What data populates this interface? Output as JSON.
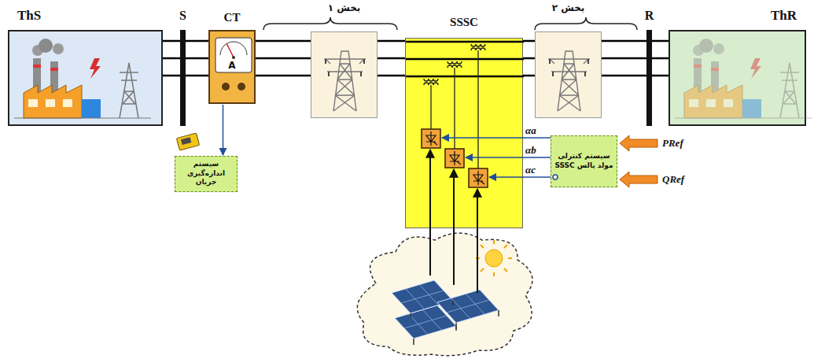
{
  "diagram": {
    "nodes": [
      {
        "text": [
          "ThS"
        ]
      },
      {
        "text": [
          "S"
        ]
      },
      {
        "text": [
          "CT",
          "A"
        ]
      },
      {
        "text": [
          "بخش ۱"
        ]
      },
      {
        "text": [
          "SSSC"
        ]
      },
      {
        "text": [
          "بخش ۲"
        ]
      },
      {
        "text": [
          "R"
        ]
      },
      {
        "text": [
          "ThR"
        ]
      },
      {
        "text": [
          "سیستم اندازه‌گیری جریان"
        ]
      },
      {
        "text": [
          "سیستم کنترلی مولد پالس SSSC"
        ]
      }
    ],
    "edges": [
      {
        "from": 0,
        "to": 1,
        "arrow": "none"
      },
      {
        "from": 1,
        "to": 2,
        "arrow": "none"
      },
      {
        "from": 2,
        "to": 3,
        "arrow": "none"
      },
      {
        "from": 3,
        "to": 4,
        "arrow": "none"
      },
      {
        "from": 4,
        "to": 5,
        "arrow": "none"
      },
      {
        "from": 5,
        "to": 6,
        "arrow": "none"
      },
      {
        "from": 6,
        "to": 7,
        "arrow": "none"
      },
      {
        "from": 2,
        "to": 8,
        "arrow": "to"
      }
    ],
    "labels": [
      "αa",
      "αb",
      "αc",
      "PRef",
      "QRef"
    ]
  }
}
